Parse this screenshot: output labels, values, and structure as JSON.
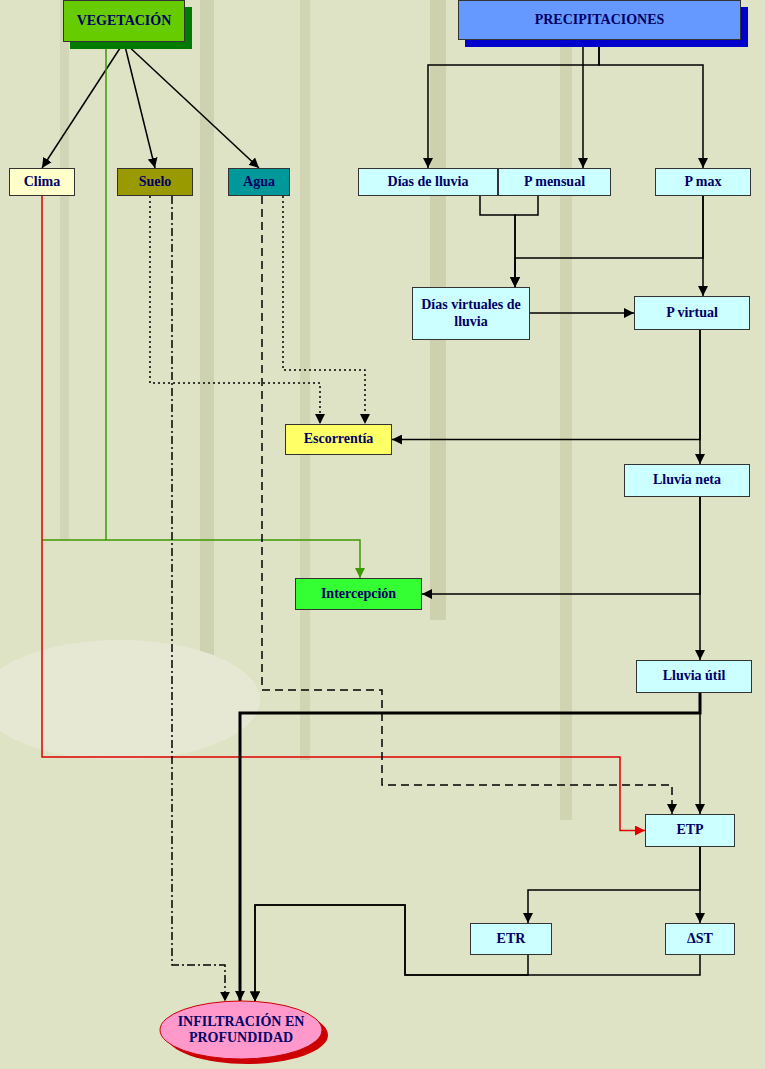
{
  "diagram": {
    "nodes": [
      {
        "text": [
          "VEGETACIÓN"
        ]
      },
      {
        "text": [
          "PRECIPITACIONES"
        ]
      },
      {
        "text": [
          "Clima"
        ]
      },
      {
        "text": [
          "Suelo"
        ]
      },
      {
        "text": [
          "Agua"
        ]
      },
      {
        "text": [
          "Días de lluvia"
        ]
      },
      {
        "text": [
          "P mensual"
        ]
      },
      {
        "text": [
          "P max"
        ]
      },
      {
        "text": [
          "Días virtuales de lluvia"
        ]
      },
      {
        "text": [
          "P virtual"
        ]
      },
      {
        "text": [
          "Escorrentía"
        ]
      },
      {
        "text": [
          "Lluvia neta"
        ]
      },
      {
        "text": [
          "Intercepción"
        ]
      },
      {
        "text": [
          "Lluvia útil"
        ]
      },
      {
        "text": [
          "ETP"
        ]
      },
      {
        "text": [
          "ETR"
        ]
      },
      {
        "text": [
          "ΔST"
        ]
      },
      {
        "text": [
          "INFILTRACIÓN EN PROFUNDIDAD"
        ]
      }
    ],
    "edges": [
      {
        "from": 0,
        "to": 2,
        "arrow": "to"
      },
      {
        "from": 0,
        "to": 3,
        "arrow": "to"
      },
      {
        "from": 0,
        "to": 4,
        "arrow": "to"
      },
      {
        "from": 0,
        "to": 12,
        "arrow": "to"
      },
      {
        "from": 2,
        "to": 14,
        "arrow": "to"
      },
      {
        "from": 3,
        "to": 10,
        "arrow": "to"
      },
      {
        "from": 4,
        "to": 10,
        "arrow": "to"
      },
      {
        "from": 3,
        "to": 17,
        "arrow": "to"
      },
      {
        "from": 4,
        "to": 14,
        "arrow": "to"
      },
      {
        "from": 1,
        "to": 5,
        "arrow": "to"
      },
      {
        "from": 1,
        "to": 6,
        "arrow": "to"
      },
      {
        "from": 1,
        "to": 7,
        "arrow": "to"
      },
      {
        "from": 5,
        "to": 8,
        "arrow": "to"
      },
      {
        "from": 6,
        "to": 8,
        "arrow": "to"
      },
      {
        "from": 7,
        "to": 8,
        "arrow": "to"
      },
      {
        "from": 7,
        "to": 9,
        "arrow": "to"
      },
      {
        "from": 8,
        "to": 9,
        "arrow": "to"
      },
      {
        "from": 9,
        "to": 10,
        "arrow": "to"
      },
      {
        "from": 9,
        "to": 11,
        "arrow": "to"
      },
      {
        "from": 11,
        "to": 12,
        "arrow": "to"
      },
      {
        "from": 11,
        "to": 13,
        "arrow": "to"
      },
      {
        "from": 13,
        "to": 14,
        "arrow": "to"
      },
      {
        "from": 13,
        "to": 17,
        "arrow": "to"
      },
      {
        "from": 14,
        "to": 15,
        "arrow": "to"
      },
      {
        "from": 14,
        "to": 16,
        "arrow": "to"
      },
      {
        "from": 15,
        "to": 17,
        "arrow": "to"
      },
      {
        "from": 16,
        "to": 17,
        "arrow": "to"
      }
    ]
  }
}
